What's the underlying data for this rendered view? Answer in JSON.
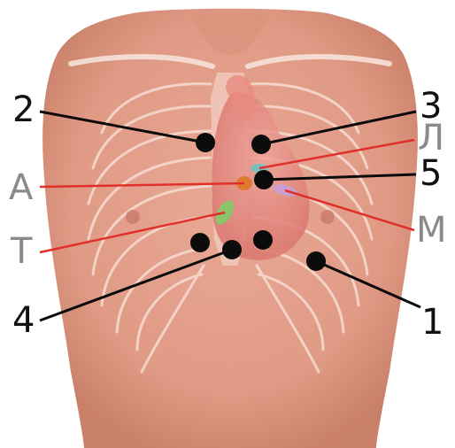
{
  "colors": {
    "skin": "#e8a38f",
    "skin_dark": "#c97a66",
    "bone": "#f4d9cf",
    "marker": "#0b0b0b",
    "red_leader": "#e0302a",
    "number_text": "#111111",
    "letter_text": "#8a8a8a",
    "heart": "#e88f86",
    "valve_orange": "#e07a2e",
    "valve_green": "#8cc46a",
    "valve_teal": "#6fc2c0",
    "valve_lilac": "#c9a0d8"
  },
  "numbers": {
    "n1": "1",
    "n2": "2",
    "n3": "3",
    "n4": "4",
    "n5": "5"
  },
  "letters": {
    "a": "А",
    "l": "Л",
    "t": "Т",
    "m": "М"
  },
  "icons": {
    "torso": "human-torso-illustration",
    "ribcage": "ribcage-outline",
    "heart": "heart-illustration"
  }
}
